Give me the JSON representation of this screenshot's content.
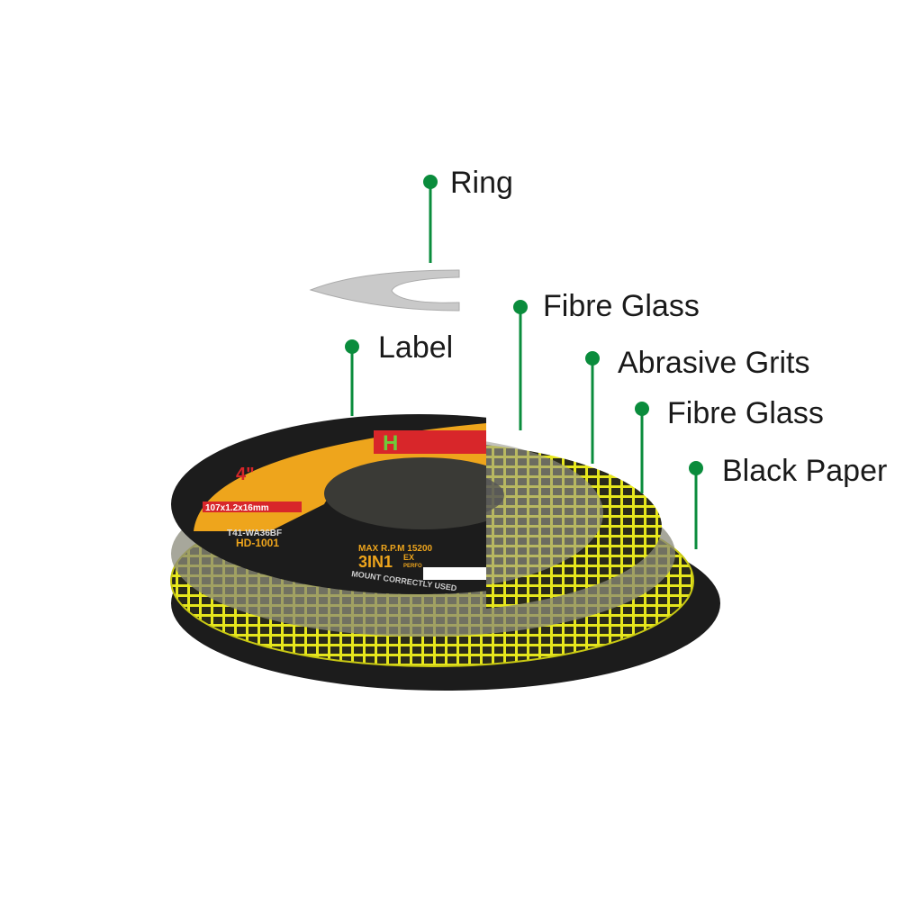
{
  "callouts": [
    {
      "label": "Ring"
    },
    {
      "label": "Fibre Glass"
    },
    {
      "label": "Label"
    },
    {
      "label": "Abrasive Grits"
    },
    {
      "label": "Fibre Glass"
    },
    {
      "label": "Black Paper"
    }
  ],
  "disc_label": {
    "brand": "H",
    "size": "4\"",
    "dimensions": "107x1.2x16mm",
    "type_code": "T41-WA36BF",
    "model": "HD-1001",
    "max_rpm": "MAX R.P.M 15200",
    "product_line": "3IN1",
    "product_line_suffix": "EX",
    "product_line_sub": "PERFO",
    "mount_notice": "MOUNT CORRECTLY USED"
  },
  "colors": {
    "callout_green": "#0a8c3c",
    "fibre_yellow": "#e8e81a",
    "label_orange": "#eea51c",
    "black_paper": "#1c1c1c",
    "ring_grey": "#c9c9c9",
    "brand_red": "#d8262a"
  }
}
